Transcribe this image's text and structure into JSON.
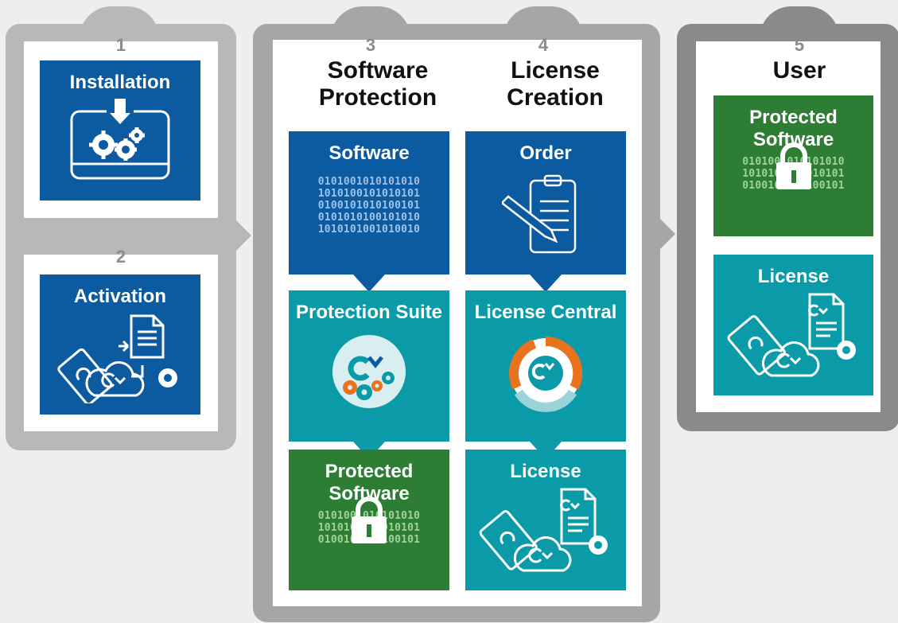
{
  "steps": [
    {
      "num": "1",
      "box": "Installation"
    },
    {
      "num": "2",
      "box": "Activation"
    },
    {
      "num": "3",
      "title": "Software Protection",
      "boxes": [
        "Software",
        "Protection Suite",
        "Protected Software"
      ]
    },
    {
      "num": "4",
      "title": "License Creation",
      "boxes": [
        "Order",
        "License Central",
        "License"
      ]
    },
    {
      "num": "5",
      "title": "User",
      "boxes": [
        "Protected Software",
        "License"
      ]
    }
  ],
  "binary": {
    "software": [
      "0101001010101010",
      "1010100101010101",
      "0100101010100101",
      "0101010100101010",
      "1010101001010010"
    ],
    "protected": [
      "0101001010101010",
      "1010101010010101",
      "0100101010100101"
    ]
  },
  "colors": {
    "blue": "#0c5aa0",
    "teal": "#0a9aa8",
    "green": "#2e7d35",
    "orange": "#e8731e",
    "panel_light": "#b8b8b8",
    "panel_dark": "#8a8a8a"
  },
  "icons": [
    "gears-icon",
    "dongle-icon",
    "cloud-icon",
    "document-icon",
    "pencil-icon",
    "lock-icon",
    "codemeter-logo-icon",
    "license-central-logo-icon"
  ]
}
